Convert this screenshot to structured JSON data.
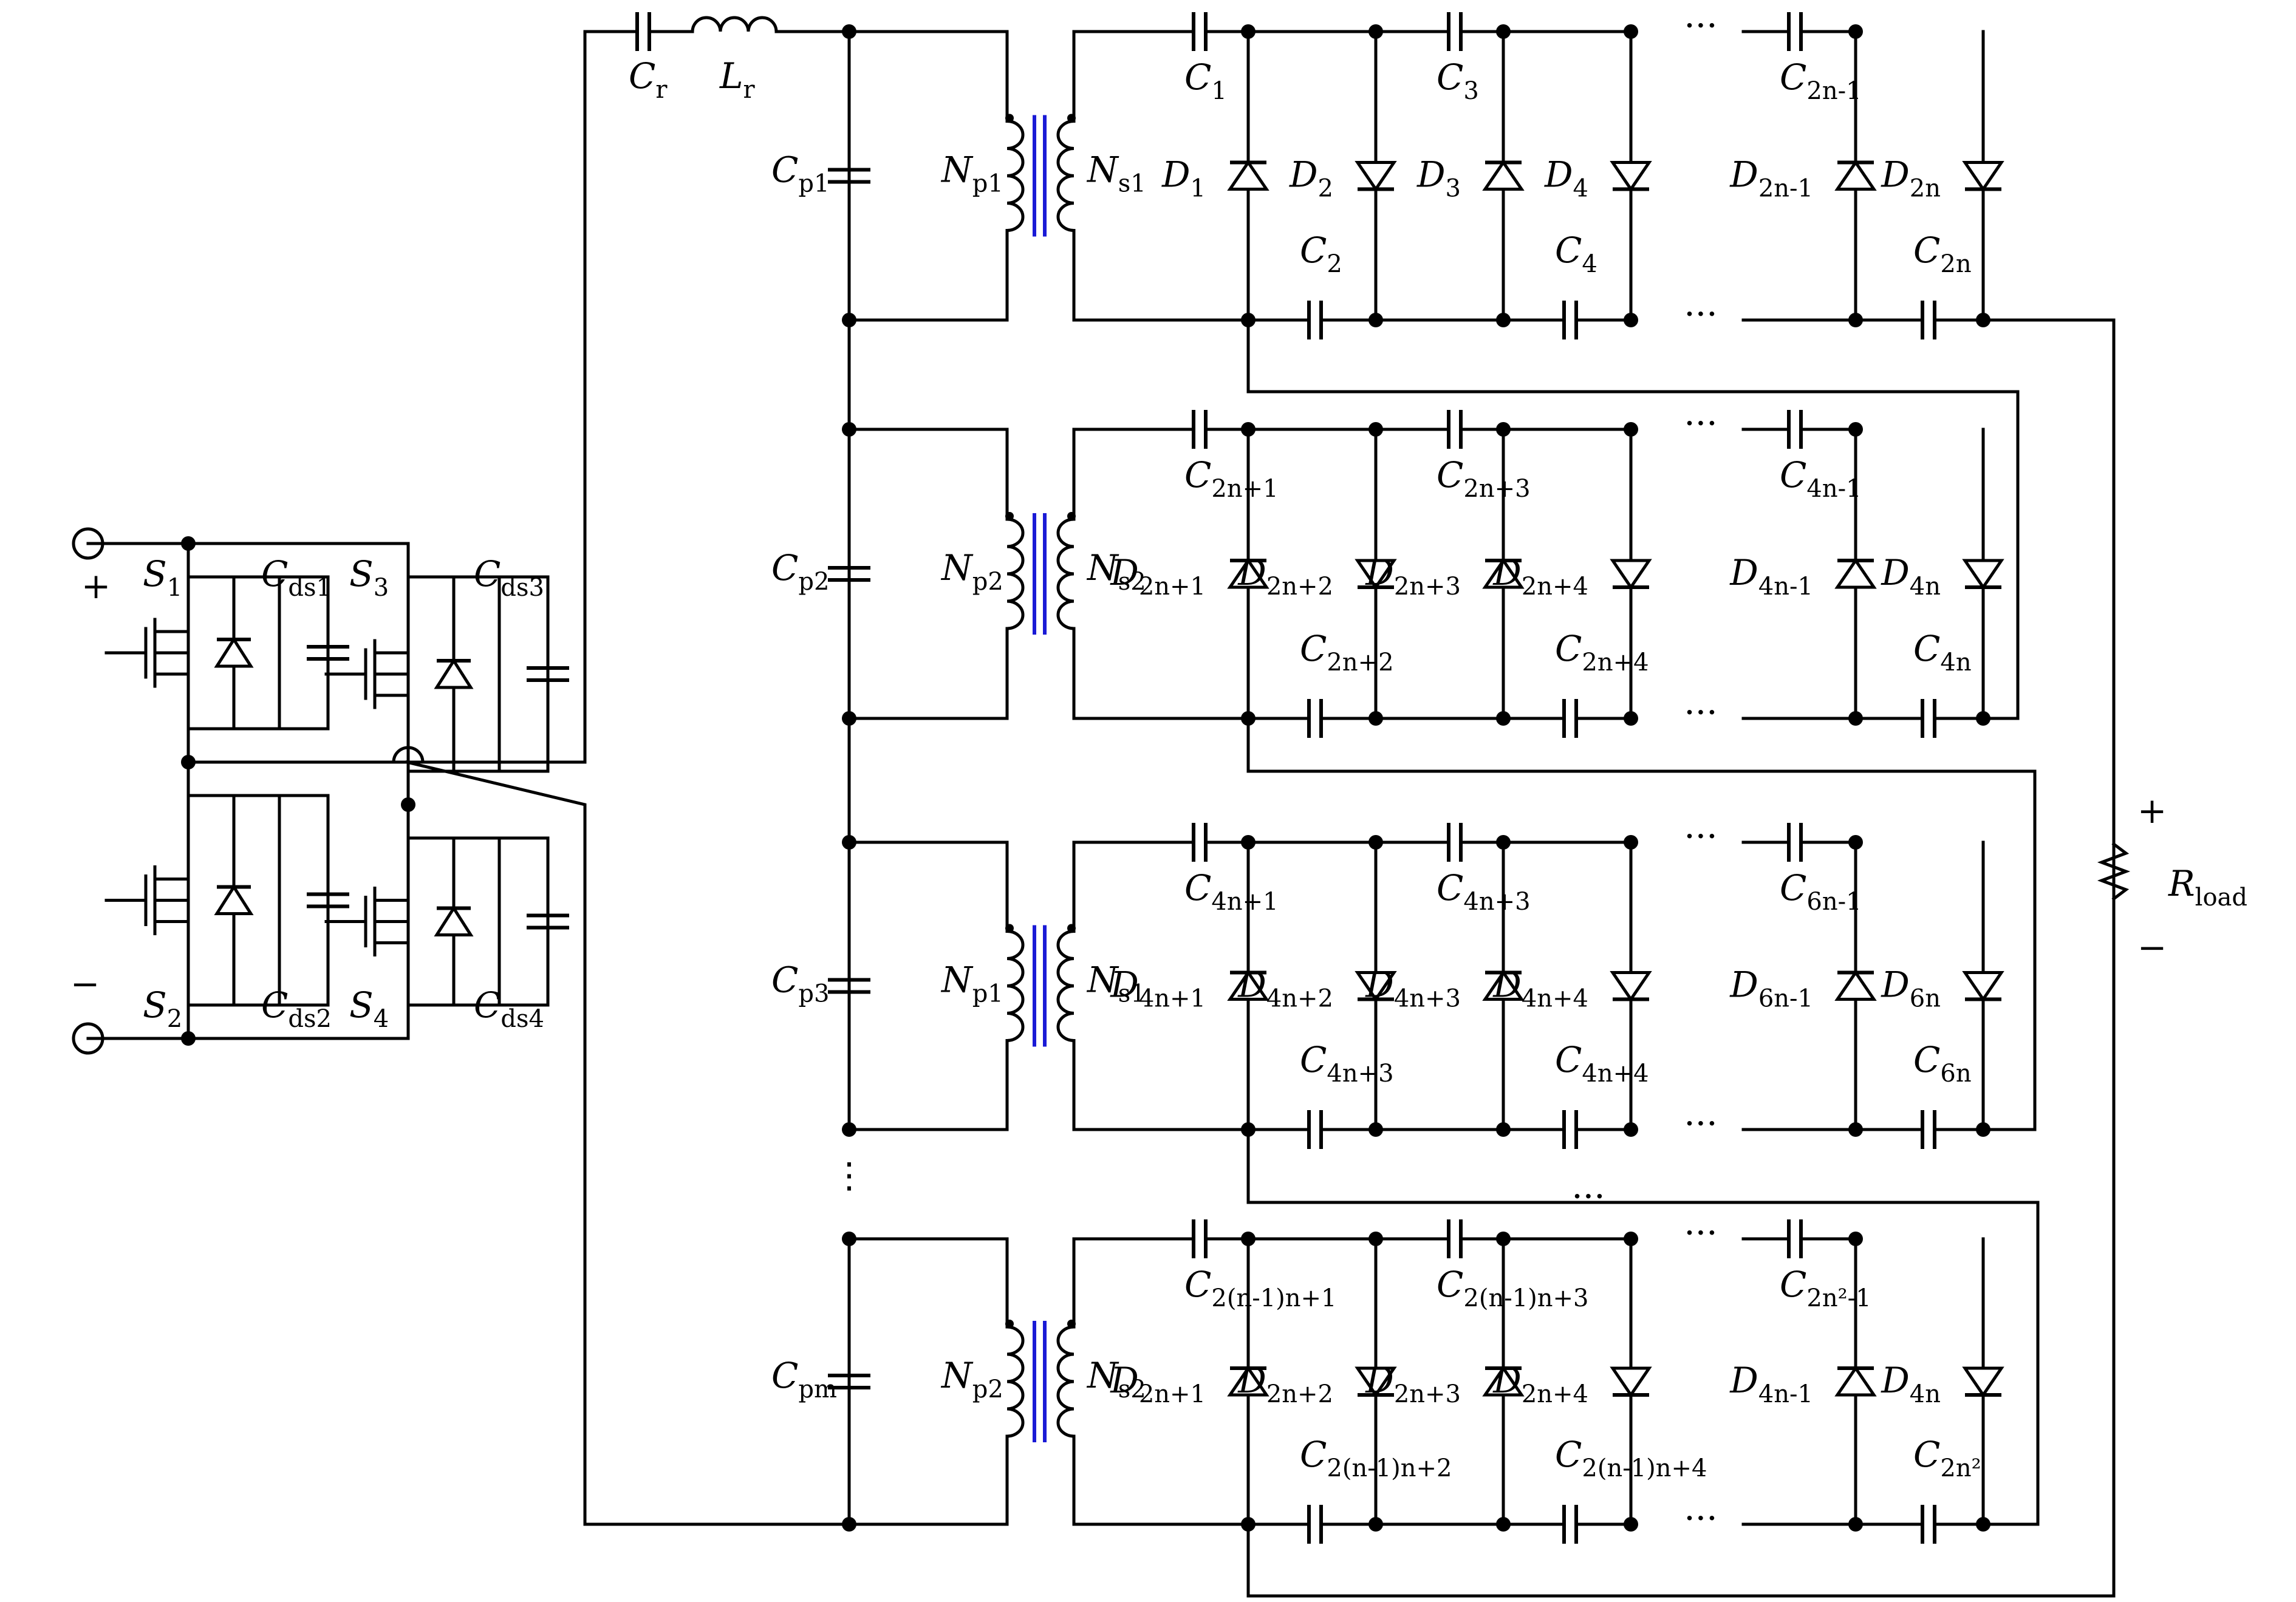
{
  "labels": {
    "cr": [
      "C",
      "r"
    ],
    "lr": [
      "L",
      "r"
    ],
    "cp1": [
      "C",
      "p1"
    ],
    "cp2": [
      "C",
      "p2"
    ],
    "cp3": [
      "C",
      "p3"
    ],
    "cpm": [
      "C",
      "pm"
    ],
    "np_a": [
      "N",
      "p1"
    ],
    "ns_a": [
      "N",
      "s1"
    ],
    "np_b": [
      "N",
      "p2"
    ],
    "ns_b": [
      "N",
      "s2"
    ],
    "np_c": [
      "N",
      "p1"
    ],
    "ns_c": [
      "N",
      "s1"
    ],
    "np_d": [
      "N",
      "p2"
    ],
    "ns_d": [
      "N",
      "s2"
    ],
    "s1": [
      "S",
      "1"
    ],
    "s2": [
      "S",
      "2"
    ],
    "s3": [
      "S",
      "3"
    ],
    "s4": [
      "S",
      "4"
    ],
    "cds1": [
      "C",
      "ds1"
    ],
    "cds2": [
      "C",
      "ds2"
    ],
    "cds3": [
      "C",
      "ds3"
    ],
    "cds4": [
      "C",
      "ds4"
    ],
    "rload": [
      "R",
      "load"
    ],
    "r1": {
      "ct": [
        [
          "C",
          "1"
        ],
        [
          "C",
          "3"
        ],
        [
          "C",
          "2n-1"
        ]
      ],
      "cb": [
        [
          "C",
          "2"
        ],
        [
          "C",
          "4"
        ],
        [
          "C",
          "2n"
        ]
      ],
      "d": [
        [
          "D",
          "1"
        ],
        [
          "D",
          "2"
        ],
        [
          "D",
          "3"
        ],
        [
          "D",
          "4"
        ],
        [
          "D",
          "2n-1"
        ],
        [
          "D",
          "2n"
        ]
      ]
    },
    "r2": {
      "ct": [
        [
          "C",
          "2n+1"
        ],
        [
          "C",
          "2n+3"
        ],
        [
          "C",
          "4n-1"
        ]
      ],
      "cb": [
        [
          "C",
          "2n+2"
        ],
        [
          "C",
          "2n+4"
        ],
        [
          "C",
          "4n"
        ]
      ],
      "d": [
        [
          "D",
          "2n+1"
        ],
        [
          "D",
          "2n+2"
        ],
        [
          "D",
          "2n+3"
        ],
        [
          "D",
          "2n+4"
        ],
        [
          "D",
          "4n-1"
        ],
        [
          "D",
          "4n"
        ]
      ]
    },
    "r3": {
      "ct": [
        [
          "C",
          "4n+1"
        ],
        [
          "C",
          "4n+3"
        ],
        [
          "C",
          "6n-1"
        ]
      ],
      "cb": [
        [
          "C",
          "4n+3"
        ],
        [
          "C",
          "4n+4"
        ],
        [
          "C",
          "6n"
        ]
      ],
      "d": [
        [
          "D",
          "4n+1"
        ],
        [
          "D",
          "4n+2"
        ],
        [
          "D",
          "4n+3"
        ],
        [
          "D",
          "4n+4"
        ],
        [
          "D",
          "6n-1"
        ],
        [
          "D",
          "6n"
        ]
      ]
    },
    "r4": {
      "ct": [
        [
          "C",
          "2(n-1)n+1"
        ],
        [
          "C",
          "2(n-1)n+3"
        ],
        [
          "C",
          "2n²-1"
        ]
      ],
      "cb": [
        [
          "C",
          "2(n-1)n+2"
        ],
        [
          "C",
          "2(n-1)n+4"
        ],
        [
          "C",
          "2n²"
        ]
      ],
      "d": [
        [
          "D",
          "2n+1"
        ],
        [
          "D",
          "2n+2"
        ],
        [
          "D",
          "2n+3"
        ],
        [
          "D",
          "2n+4"
        ],
        [
          "D",
          "4n-1"
        ],
        [
          "D",
          "4n"
        ]
      ]
    }
  },
  "symbols": {
    "plus": "+",
    "minus": "−",
    "ellipsis": "···",
    "vdots": "⋮"
  }
}
